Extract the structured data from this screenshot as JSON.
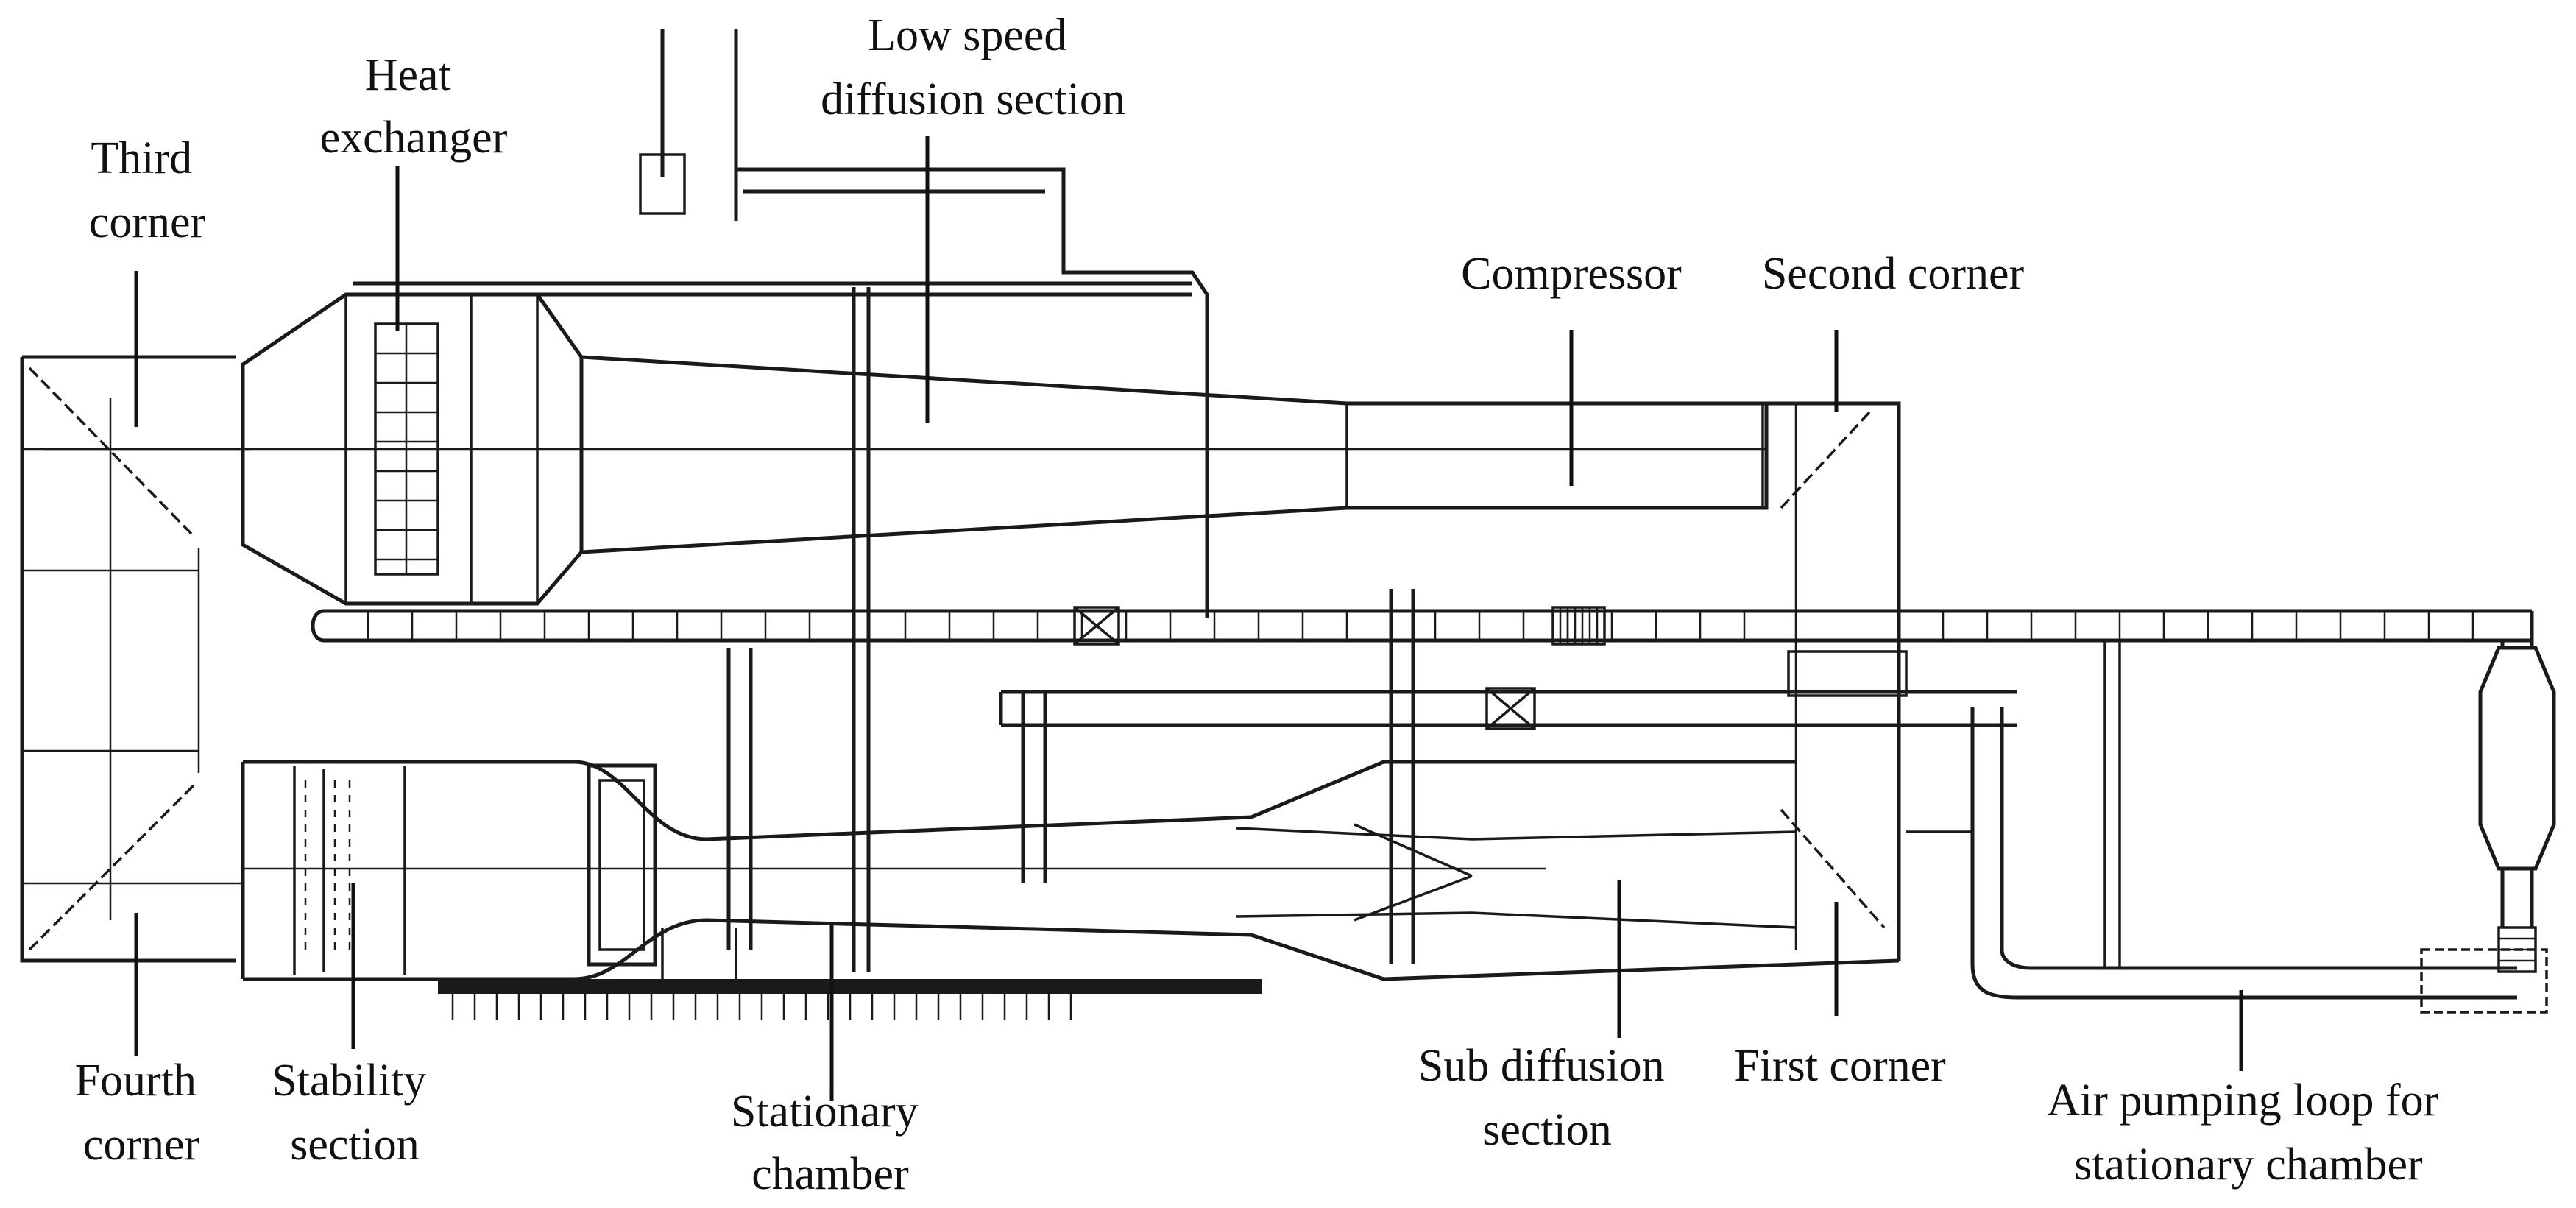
{
  "labels": {
    "low_speed_diffusion": [
      "Low speed",
      "diffusion section"
    ],
    "heat_exchanger": [
      "Heat",
      "exchanger"
    ],
    "third_corner": [
      "Third",
      "corner"
    ],
    "compressor": "Compressor",
    "second_corner": "Second corner",
    "fourth_corner": [
      "Fourth",
      "corner"
    ],
    "stability_section": [
      "Stability",
      "section"
    ],
    "stationary_chamber": [
      "Stationary",
      "chamber"
    ],
    "sub_diffusion": [
      "Sub diffusion",
      "section"
    ],
    "first_corner": "First corner",
    "air_pumping_loop": [
      "Air pumping loop for",
      "stationary chamber"
    ]
  }
}
